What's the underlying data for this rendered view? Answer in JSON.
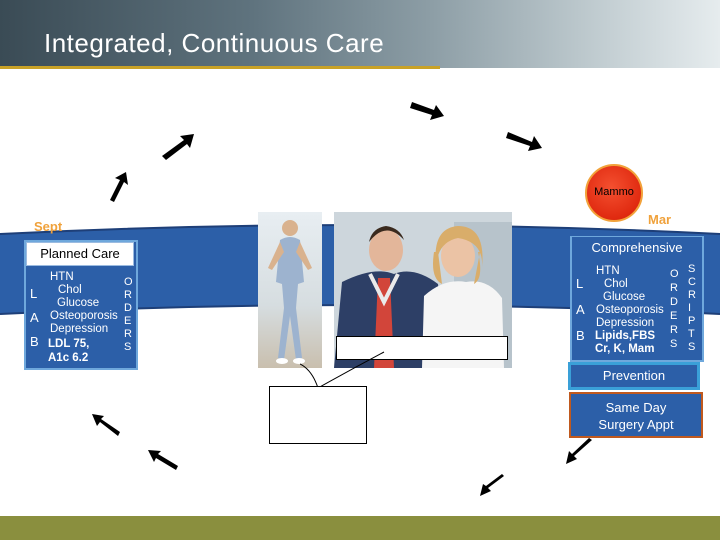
{
  "slide": {
    "title": "Integrated, Continuous Care"
  },
  "timeline": {
    "start_month": "Sept",
    "end_month": "Mar",
    "band_color": "#2c5fa8",
    "month_color": "#f0a23c"
  },
  "planned_care": {
    "header": "Planned Care",
    "lab_letters": [
      "L",
      "A",
      "B"
    ],
    "items": [
      "HTN",
      "Chol",
      "Glucose",
      "Osteoporosis",
      "Depression",
      "LDL 75,",
      "A1c 6.2"
    ],
    "orders_letters": [
      "O",
      "R",
      "D",
      "E",
      "R",
      "S"
    ]
  },
  "comprehensive": {
    "header": "Comprehensive",
    "lab_letters": [
      "L",
      "A",
      "B"
    ],
    "items": [
      "HTN",
      "Chol",
      "Glucose",
      "Osteoporosis",
      "Depression",
      "Lipids,FBS",
      "Cr, K, Mam"
    ],
    "orders_letters": [
      "O",
      "R",
      "D",
      "E",
      "R",
      "S"
    ],
    "scripts_letters": [
      "S",
      "C",
      "R",
      "I",
      "P",
      "T",
      "S"
    ]
  },
  "mammo": {
    "label": "Mammo",
    "color": "#e02a10"
  },
  "prevention": {
    "label": "Prevention"
  },
  "same_day": {
    "line1": "Same Day",
    "line2": "Surgery Appt"
  }
}
